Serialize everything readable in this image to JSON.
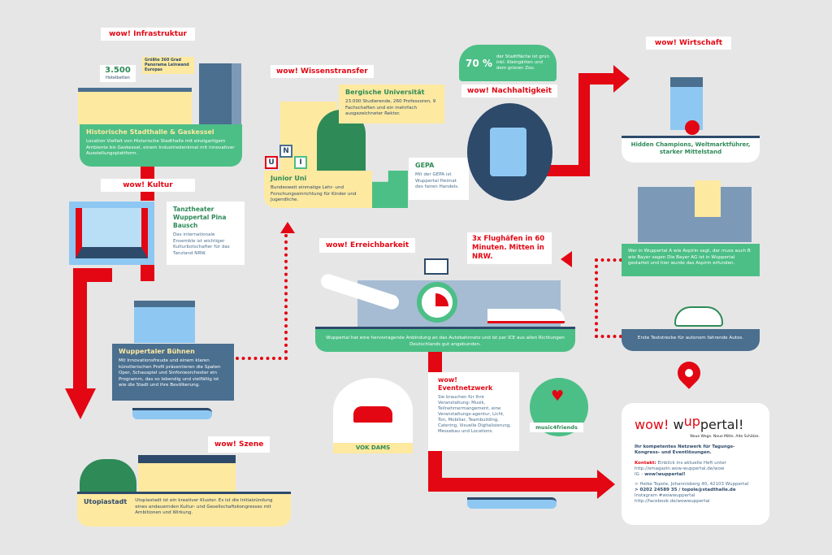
{
  "infrastruktur": {
    "label": "wow! Infrastruktur",
    "hotel_count": "3.500",
    "hotel_label": "Hotelbetten",
    "panorama": "Größte 360 Grad Panorama Leinwand Europas",
    "title": "Historische Stadthalle & Gaskessel",
    "text": "Location Vielfalt von Historische Stadthalle mit einzigartigem Ambiente bis Gaskessel, einem Industriedenkmal mit innovativer Ausstellungsplattform."
  },
  "kultur": {
    "label": "wow! Kultur",
    "title": "Tanztheater Wuppertal Pina Bausch",
    "text": "Das internationale Ensemble ist wichtiger Kulturbotschafter für das Tanzland NRW."
  },
  "buehnen": {
    "title": "Wuppertaler Bühnen",
    "text": "Mit Innovationsfreude und einem klaren künstlerischen Profil präsentieren die Spaten Oper, Schauspiel und Sinfonieorchester ein Programm, das so lebendig und vielfältig ist wie die Stadt und ihre Bevölkerung."
  },
  "szene": {
    "label": "wow! Szene",
    "title": "Utopiastadt",
    "text": "Utopiastadt ist ein kreativer Kluster. Es ist die Initialzündung eines andauernden Kultur- und Gesellschaftskongresses mit Ambitionen und Wirkung."
  },
  "wissen": {
    "label": "wow! Wissenstransfer",
    "uni_title": "Bergische Universität",
    "uni_text": "23.000 Studierende, 260 Professoren, 9 Fachschaften und ein mehrfach ausgezeichneter Rektor.",
    "junior_title": "Junior Uni",
    "junior_text": "Bundesweit einmalige Lehr- und Forschungseinrichtung für Kinder und Jugendliche.",
    "blocks": [
      "U",
      "N",
      "I"
    ]
  },
  "gepa": {
    "title": "GEPA",
    "text": "Mit der GEPA ist Wuppertal Heimat des fairen Handels."
  },
  "nachhaltigkeit": {
    "label": "wow! Nachhaltigkeit",
    "percent": "70 %",
    "text": "der Stadtfläche ist grün inkl. Kleingärten und dem grünen Zoo."
  },
  "wirtschaft": {
    "label": "wow! Wirtschaft",
    "caption": "Hidden Champions, Weltmarktführer, starker Mittelstand",
    "bayer": "Wer in Wuppertal A wie Aspirin sagt, der muss auch B wie Bayer sagen Die Bayer AG ist in Wuppertal gestartet und hier wurde das Aspirin erfunden.",
    "auto": "Erste Teststrecke für autonom fahrende Autos."
  },
  "erreichbarkeit": {
    "label": "wow! Erreichbarkeit",
    "airports": "3x Flughäfen in 60 Minuten. Mitten in NRW.",
    "text": "Wuppertal hat eine hervorragende Anbindung an das Autobahnnetz und ist per ICE aus allen Richtungen Deutschlands gut angebunden."
  },
  "event": {
    "label": "wow! Eventnetzwerk",
    "text": "Sie brauchen für Ihre Veranstaltung: Musik, Teilnehmermangement, eine Veranstaltungs-agentur, Licht, Ton, Mobiliar, Teambuilding, Catering, Visuelle Digitalisierung, Messebau und Locations.",
    "vok": "VOK DAMS",
    "music": "music4friends"
  },
  "kontakt": {
    "logo_wow": "wow!",
    "logo_w": "w",
    "logo_up": "up",
    "logo_rest": "pertal!",
    "tagline": "Neue Wege. Neue Mitte. Alte Schätze.",
    "intro": "Ihr kompetentes Netzwerk für Tagungs-Kongress- und Eventlösungen.",
    "kontakt_label": "Kontakt:",
    "line1": "Einblick ins aktuelle Heft unter",
    "line2": "http://emagazin.wow-wuppertal.de/wow",
    "line3_prefix": "IG – ",
    "line3_bold": "wow!wuppertal!",
    "line4": "> Heike Topole, Johannisberg 40, 42103 Wuppertal",
    "line5": "> 0202 24589 35 / topole@stadthalle.de",
    "line6": "Instagram #wowwuppertal",
    "line7": "http://facebook.de/wowwuppertal"
  },
  "colors": {
    "red": "#e30613",
    "green": "#4cbf86",
    "yellow": "#fde9a0",
    "blue": "#4a6f8f",
    "navy": "#2d4a6b"
  }
}
